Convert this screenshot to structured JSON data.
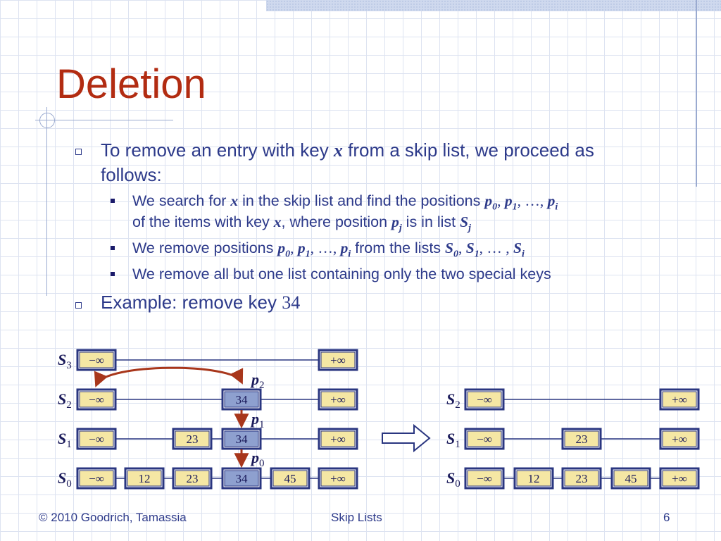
{
  "title": "Deletion",
  "bullets": {
    "b1_text_a": "To remove an entry with key ",
    "b1_var": "x",
    "b1_text_b": " from a skip list, we proceed as",
    "b1_line2": "follows:",
    "s1_a": "We search for ",
    "s1_var": "x",
    "s1_b": " in the skip list and find the positions ",
    "s1_c": "of the items with key ",
    "s1_d": ", where position ",
    "s1_e": " is in list ",
    "s2_a": "We remove positions ",
    "s2_b": " from the lists ",
    "s3": "We remove all but one list containing only the two special keys",
    "b2_text": "Example: remove key ",
    "b2_key": "34"
  },
  "math": {
    "p": "p",
    "S": "S",
    "x": "x",
    "sub0": "0",
    "sub1": "1",
    "subi": "i",
    "subj": "j",
    "comma": ", ",
    "ellipsis": ", …, ",
    "ellipsis2": ", … , "
  },
  "diagram_left": {
    "levels": [
      "S3",
      "S2",
      "S1",
      "S0"
    ],
    "level_labels": [
      {
        "main": "S",
        "sub": "3"
      },
      {
        "main": "S",
        "sub": "2"
      },
      {
        "main": "S",
        "sub": "1"
      },
      {
        "main": "S",
        "sub": "0"
      }
    ],
    "neg_inf": "−∞",
    "pos_inf": "+∞",
    "S2_keys": [
      "34"
    ],
    "S1_keys": [
      "23",
      "34"
    ],
    "S0_keys": [
      "12",
      "23",
      "34",
      "45"
    ],
    "pointer_labels": [
      {
        "main": "p",
        "sub": "2"
      },
      {
        "main": "p",
        "sub": "1"
      },
      {
        "main": "p",
        "sub": "0"
      }
    ]
  },
  "diagram_right": {
    "level_labels": [
      {
        "main": "S",
        "sub": "2"
      },
      {
        "main": "S",
        "sub": "1"
      },
      {
        "main": "S",
        "sub": "0"
      }
    ],
    "neg_inf": "−∞",
    "pos_inf": "+∞",
    "S1_keys": [
      "23"
    ],
    "S0_keys": [
      "12",
      "23",
      "45"
    ]
  },
  "colors": {
    "title": "#b22c12",
    "text": "#2d3a8a",
    "node_fill": "#f5e7a4",
    "node_removed": "#8ea0cf",
    "node_border": "#2a3680",
    "arrow": "#a8361b"
  },
  "footer": {
    "left": "© 2010 Goodrich, Tamassia",
    "center": "Skip Lists",
    "right": "6"
  }
}
